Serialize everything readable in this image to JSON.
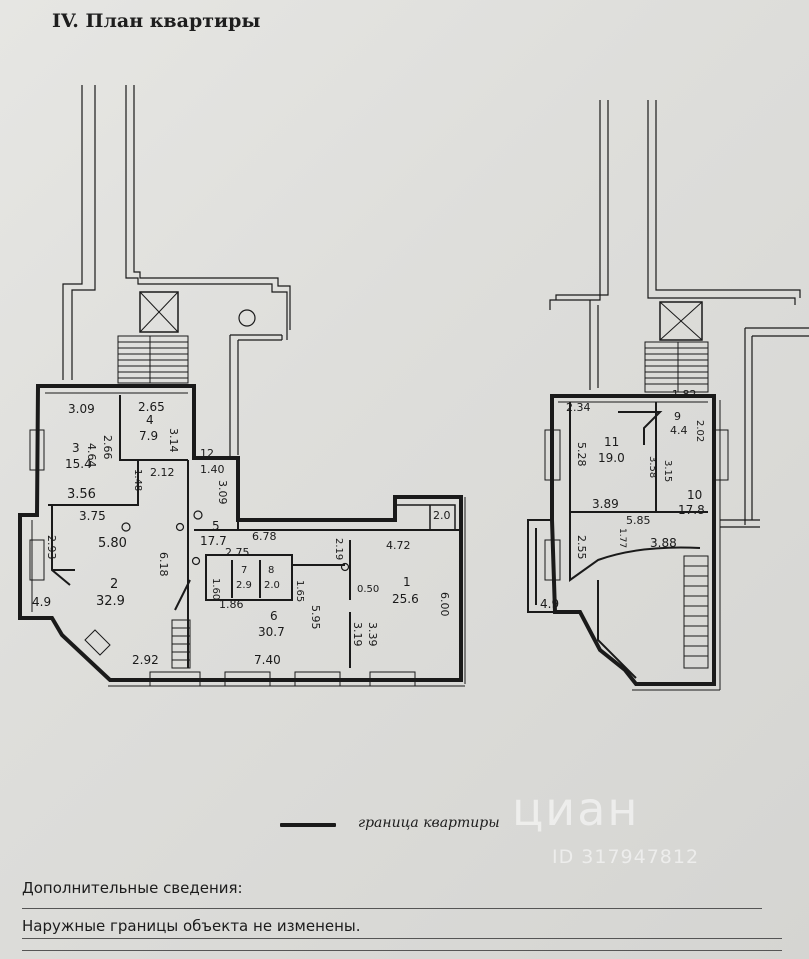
{
  "title": "IV. План квартиры",
  "legend": {
    "label": "граница квартиры"
  },
  "info": {
    "label": "Дополнительные сведения:",
    "text": "Наружные границы объекта не изменены."
  },
  "watermark": {
    "logo": "циан",
    "id": "ID 317947812"
  },
  "colors": {
    "wall": "#1a1a1a",
    "paper": "#e4e4e1",
    "ink": "#1c1c1c"
  },
  "floor_left": {
    "rooms": [
      {
        "number": "1",
        "area": "25.6"
      },
      {
        "number": "2",
        "area": "32.9"
      },
      {
        "number": "3",
        "area": "15.4"
      },
      {
        "number": "4",
        "area": "7.9"
      },
      {
        "number": "5",
        "area": "17.7"
      },
      {
        "number": "6",
        "area": "30.7"
      },
      {
        "number": "7",
        "area": "2.9"
      },
      {
        "number": "8",
        "area": "2.0"
      }
    ],
    "dimensions": [
      "3.09",
      "2.65",
      "4.64",
      "2.66",
      "3.14",
      "3.56",
      "2.12",
      "1.40",
      "3.75",
      "5.80",
      "2.93",
      "4.9",
      "2.92",
      "6.78",
      "2.75",
      "4.72",
      "2.19",
      "2.0",
      "1.60",
      "1.86",
      "1.65",
      "5.95",
      "7.40",
      "0.50",
      "3.19",
      "3.39",
      "6.00",
      "6.18",
      "3.09",
      "1.48",
      "12"
    ]
  },
  "floor_right": {
    "rooms": [
      {
        "number": "9",
        "area": "4.4"
      },
      {
        "number": "10",
        "area": "17.8"
      },
      {
        "number": "11",
        "area": "19.0"
      }
    ],
    "dimensions": [
      "2.34",
      "1.82",
      "2.02",
      "5.28",
      "3.58",
      "3.15",
      "3.89",
      "5.85",
      "1.77",
      "2.55",
      "3.88",
      "4.9"
    ]
  }
}
